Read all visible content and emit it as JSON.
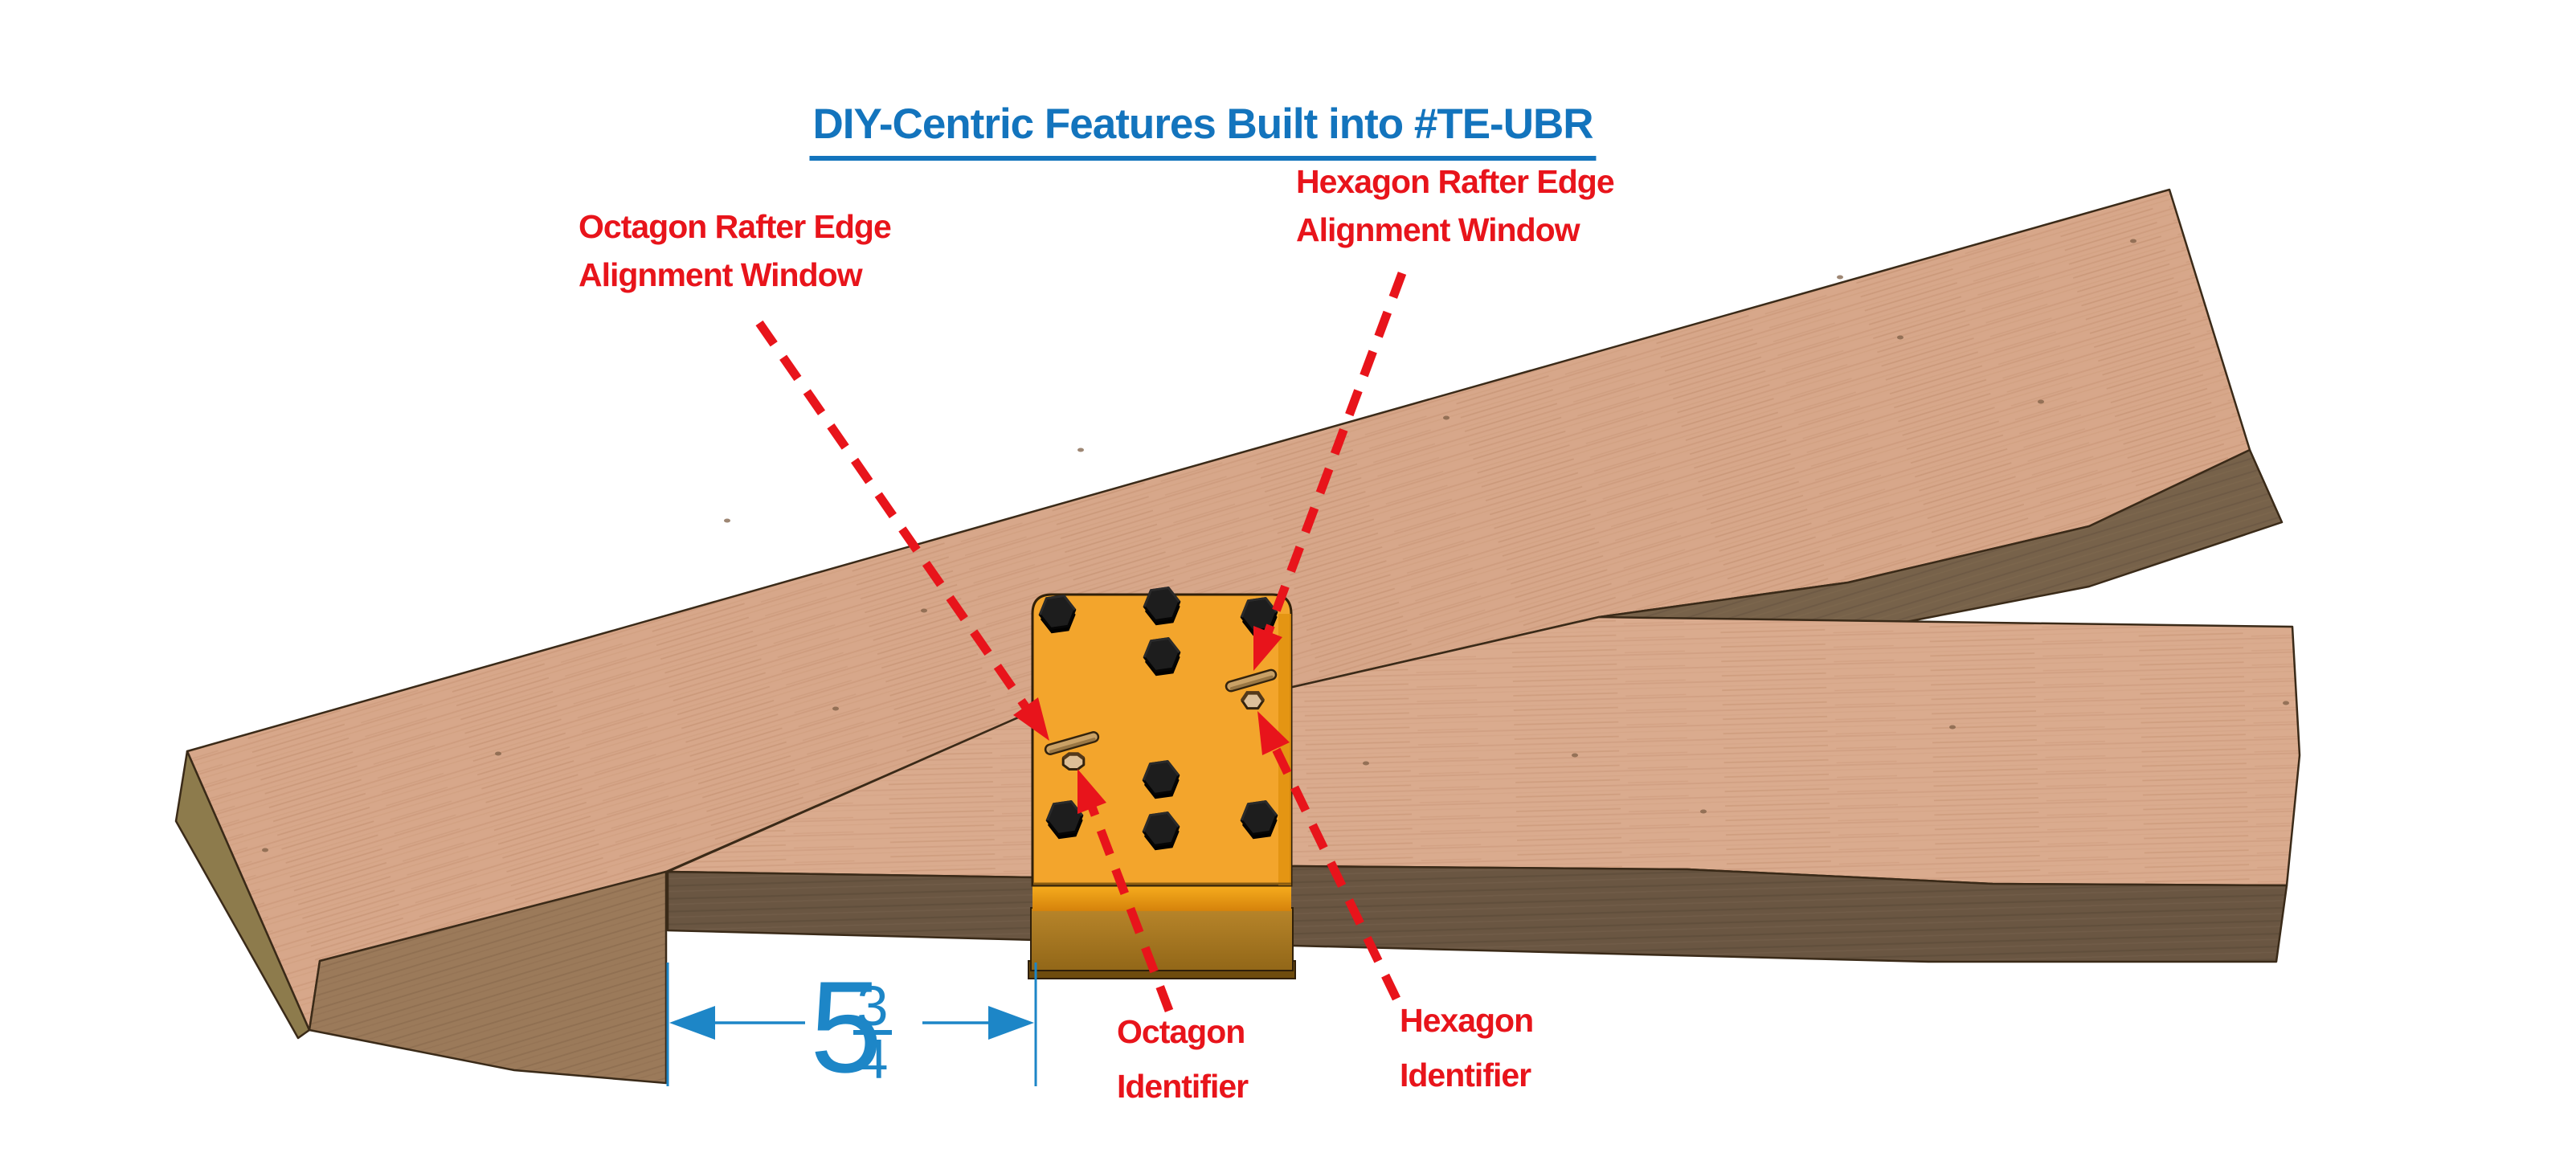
{
  "title": {
    "text": "DIY-Centric Features Built into #TE-UBR",
    "color": "#1374bd"
  },
  "callouts": {
    "color": "#e8141b",
    "octagon_window": {
      "line1": "Octagon Rafter Edge",
      "line2": "Alignment Window"
    },
    "hexagon_window": {
      "line1": "Hexagon Rafter Edge",
      "line2": "Alignment Window"
    },
    "octagon_identifier": {
      "line1": "Octagon",
      "line2": "Identifier"
    },
    "hexagon_identifier": {
      "line1": "Hexagon",
      "line2": "Identifier"
    }
  },
  "dimension": {
    "whole": "5",
    "numerator": "3",
    "denominator": "4",
    "color": "#1d86c7"
  },
  "scene": {
    "bracket_color": "#f3a52c",
    "wood_top_color": "#d7a78a",
    "wood_front_color": "#9b7a5a",
    "wood_shadow_color": "#6a5642",
    "bolt_color": "#1d1d1d",
    "bolt_count": "8"
  }
}
